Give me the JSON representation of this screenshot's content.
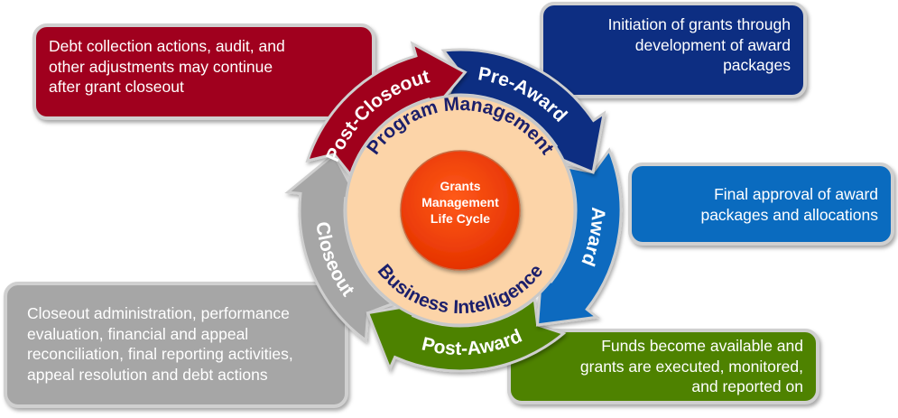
{
  "diagram": {
    "title": "Grants Management Life Cycle",
    "center": {
      "lines": [
        "Grants",
        "Management",
        "Life Cycle"
      ],
      "color": "#ff3d00"
    },
    "inner_ring": {
      "top_label": "Program Management",
      "bottom_label": "Business Intelligence",
      "color": "#fcd4a8",
      "text_color": "#1b1f6b"
    },
    "phases": [
      {
        "id": "pre-award",
        "label": "Pre-Award",
        "color": "#0d2e82",
        "description_lines": [
          "Initiation of grants through",
          "development of award",
          "packages"
        ]
      },
      {
        "id": "award",
        "label": "Award",
        "color": "#0a6bbf",
        "description_lines": [
          "Final approval of award",
          "packages and allocations"
        ]
      },
      {
        "id": "post-award",
        "label": "Post-Award",
        "color": "#4e8200",
        "description_lines": [
          "Funds become available and",
          "grants are executed, monitored,",
          "and reported on"
        ]
      },
      {
        "id": "closeout",
        "label": "Closeout",
        "color": "#a6a6a6",
        "description_lines": [
          "Closeout administration, performance",
          "evaluation,  financial and appeal",
          "reconciliation, final reporting activities,",
          "appeal resolution and debt actions"
        ]
      },
      {
        "id": "post-closeout",
        "label": "Post-Closeout",
        "color": "#a0001e",
        "description_lines": [
          "Debt collection actions, audit, and",
          "other adjustments may continue",
          "after grant closeout"
        ]
      }
    ]
  }
}
